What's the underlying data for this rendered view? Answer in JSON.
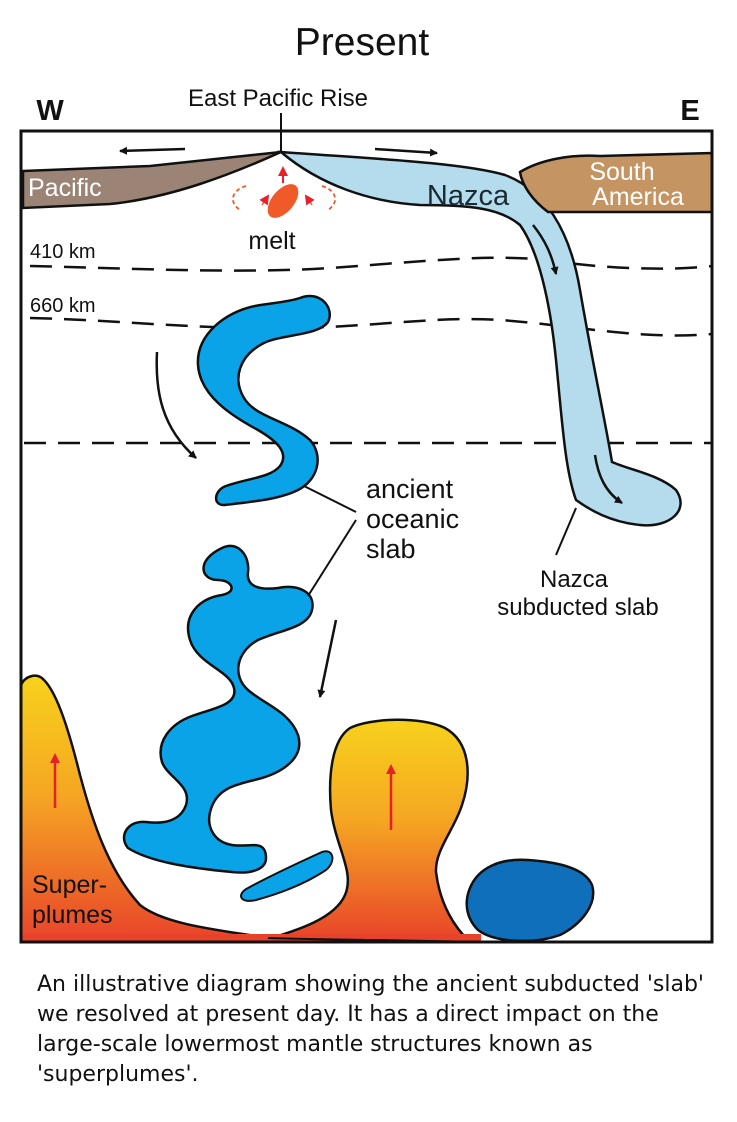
{
  "diagram": {
    "title": "Present",
    "west_label": "W",
    "east_label": "E",
    "ridge_label": "East Pacific Rise",
    "pacific_label": "Pacific",
    "nazca_label": "Nazca",
    "south_america_label": [
      "South",
      "America"
    ],
    "melt_label": "melt",
    "depth_410": "410 km",
    "depth_660": "660 km",
    "ancient_slab_label": [
      "ancient",
      "oceanic",
      "slab"
    ],
    "nazca_slab_label": [
      "Nazca",
      "subducted slab"
    ],
    "superplumes_label": [
      "Super-",
      "plumes"
    ],
    "colors": {
      "pacific_plate": "#9b8475",
      "nazca_plate": "#b4dcec",
      "south_america": "#c49462",
      "ancient_slab": "#0aa3e8",
      "dense_blob": "#0f6fba",
      "melt": "#ef5a28",
      "plume_top": "#f7d21c",
      "plume_bottom": "#e8432a",
      "arrow_red": "#e8202a"
    }
  },
  "caption": "An illustrative diagram showing the ancient subducted 'slab' we resolved at present day. It has a direct impact on the large-scale lowermost mantle structures known as 'superplumes'."
}
